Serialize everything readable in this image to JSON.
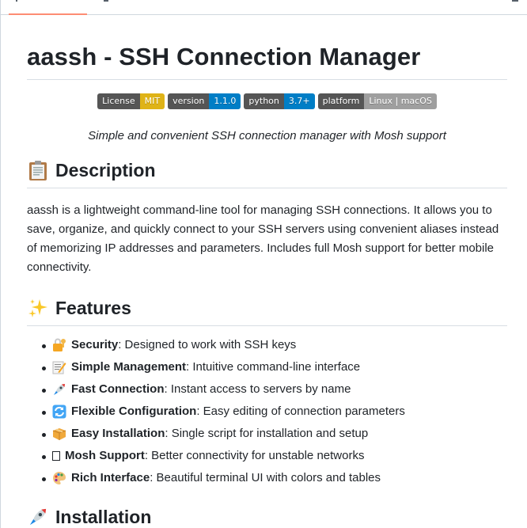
{
  "tabbar": {
    "active_tab_underline_color": "#fd8c73"
  },
  "readme": {
    "title": "aassh - SSH Connection Manager",
    "badges": [
      {
        "label": "License",
        "value": "MIT",
        "color": "#dfb317"
      },
      {
        "label": "version",
        "value": "1.1.0",
        "color": "#007ec6"
      },
      {
        "label": "python",
        "value": "3.7+",
        "color": "#007ec6"
      },
      {
        "label": "platform",
        "value": "Linux | macOS",
        "color": "#9f9f9f"
      }
    ],
    "tagline": "Simple and convenient SSH connection manager with Mosh support",
    "sections": {
      "description": {
        "icon": "clipboard-icon",
        "heading": "Description",
        "text": "aassh is a lightweight command-line tool for managing SSH connections. It allows you to save, organize, and quickly connect to your SSH servers using convenient aliases instead of memorizing IP addresses and parameters. Includes full Mosh support for better mobile connectivity."
      },
      "features": {
        "icon": "sparkles-icon",
        "heading": "Features",
        "items": [
          {
            "icon": "lock-key-icon",
            "title": "Security",
            "text": ": Designed to work with SSH keys"
          },
          {
            "icon": "memo-icon",
            "title": "Simple Management",
            "text": ": Intuitive command-line interface"
          },
          {
            "icon": "rocket-icon",
            "title": "Fast Connection",
            "text": ": Instant access to servers by name"
          },
          {
            "icon": "refresh-arrows-icon",
            "title": "Flexible Configuration",
            "text": ": Easy editing of connection parameters"
          },
          {
            "icon": "package-icon",
            "title": "Easy Installation",
            "text": ": Single script for installation and setup"
          },
          {
            "icon": "missing-glyph-icon",
            "title": "Mosh Support",
            "text": ": Better connectivity for unstable networks"
          },
          {
            "icon": "palette-icon",
            "title": "Rich Interface",
            "text": ": Beautiful terminal UI with colors and tables"
          }
        ]
      },
      "installation": {
        "icon": "rocket-icon",
        "heading": "Installation"
      }
    }
  }
}
